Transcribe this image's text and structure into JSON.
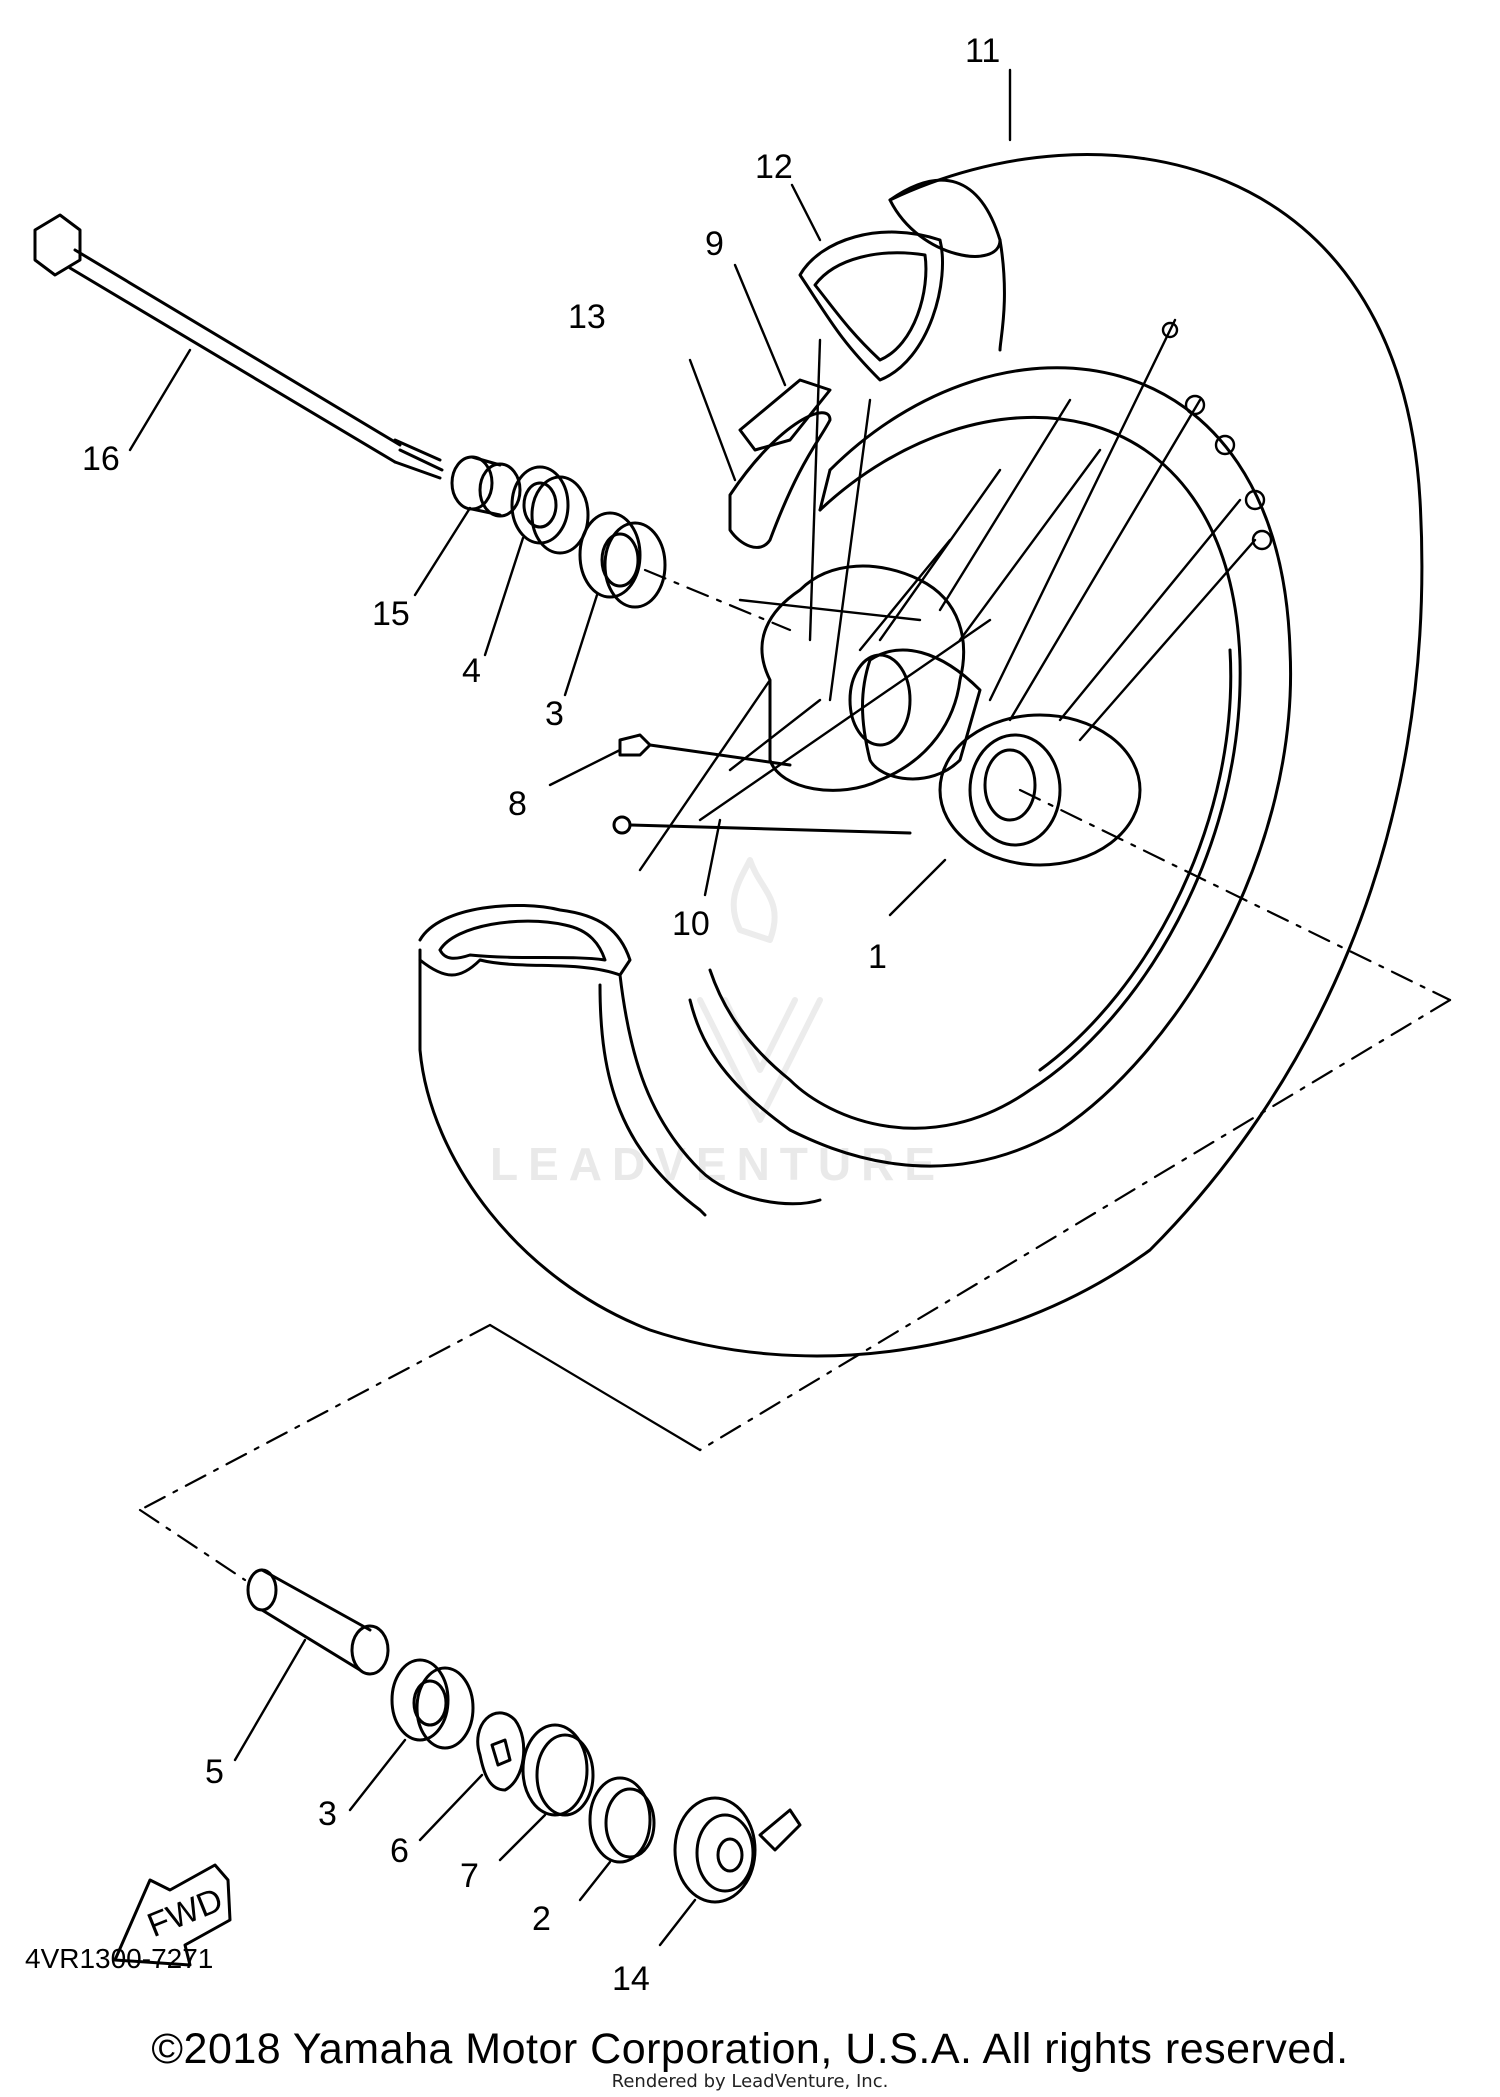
{
  "diagram": {
    "callouts": {
      "c1": "1",
      "c2": "2",
      "c3a": "3",
      "c3b": "3",
      "c4": "4",
      "c5": "5",
      "c6": "6",
      "c7": "7",
      "c8": "8",
      "c9": "9",
      "c10": "10",
      "c11": "11",
      "c12": "12",
      "c13": "13",
      "c14": "14",
      "c15": "15",
      "c16": "16"
    },
    "fwd_label": "FWD",
    "part_number": "4VR1300-7271",
    "watermark": "LEADVENTURE",
    "copyright": "©2018 Yamaha Motor Corporation, U.S.A. All rights reserved.",
    "rendered_by": "Rendered by LeadVenture, Inc."
  }
}
